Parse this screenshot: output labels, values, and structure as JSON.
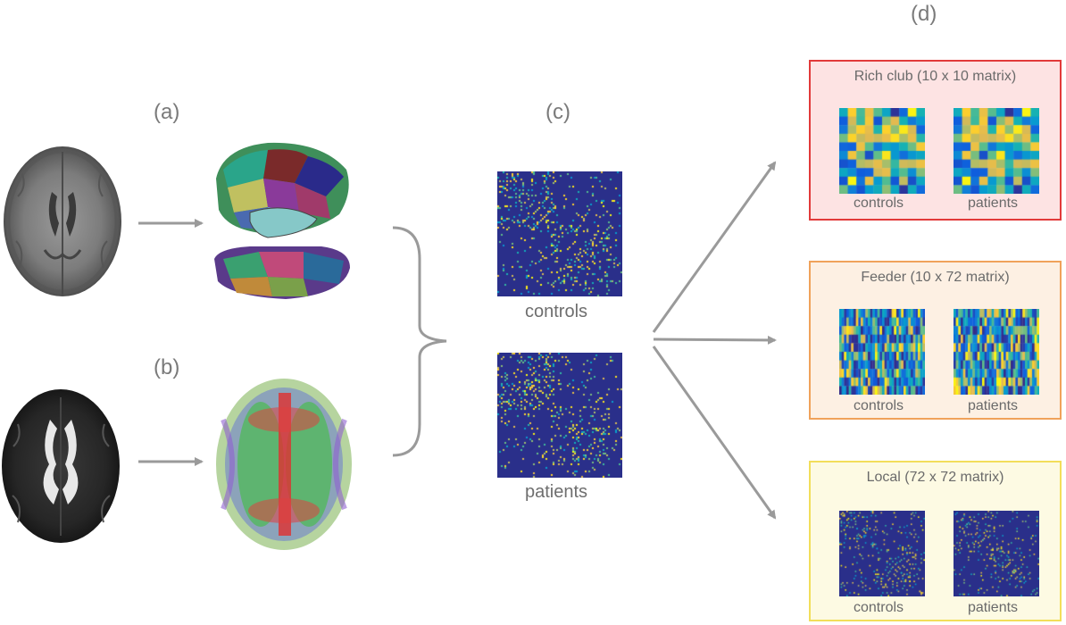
{
  "step_labels": {
    "a": "(a)",
    "b": "(b)",
    "c": "(c)",
    "d": "(d)"
  },
  "connectivity": {
    "controls_label": "controls",
    "patients_label": "patients"
  },
  "panels": [
    {
      "title": "Rich club (10 x 10 matrix)",
      "left_label": "controls",
      "right_label": "patients",
      "border_color": "#e23a3a",
      "fill_color": "#fde3e3"
    },
    {
      "title": "Feeder (10 x 72 matrix)",
      "left_label": "controls",
      "right_label": "patients",
      "border_color": "#f0a25a",
      "fill_color": "#fdf0e3"
    },
    {
      "title": "Local (72 x 72 matrix)",
      "left_label": "controls",
      "right_label": "patients",
      "border_color": "#f2de5a",
      "fill_color": "#fdfae3"
    }
  ],
  "colors": {
    "arrow": "#9a9a9a",
    "matrix_background": "#2a2f8a"
  },
  "icons": {
    "t1_mri": "t1-brain-scan-icon",
    "dwi": "diffusion-brain-scan-icon",
    "parcellation": "cortical-parcellation-icon",
    "tractography": "tractography-icon"
  }
}
